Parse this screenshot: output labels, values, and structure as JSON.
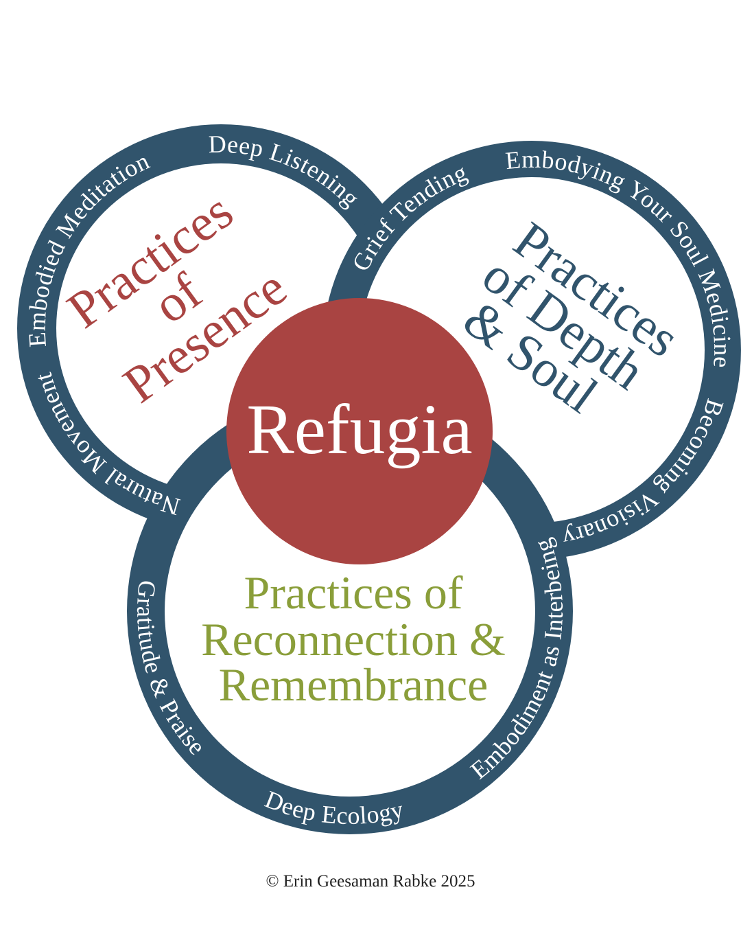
{
  "colors": {
    "ring": "#31546C",
    "presence": "#A94442",
    "depth": "#31546C",
    "reconnection": "#8A9E3A",
    "center": "#A94442",
    "center_text": "#FFFFFF"
  },
  "center": {
    "label": "Refugia"
  },
  "circles": {
    "presence": {
      "title_lines": [
        "Practices",
        "of",
        "Presence"
      ],
      "ring_labels": [
        "Embodied Meditation",
        "Deep Listening",
        "Natural Movement"
      ]
    },
    "depth": {
      "title_lines": [
        "Practices",
        "of Depth",
        "& Soul"
      ],
      "ring_labels": [
        "Grief Tending",
        "Embodying Your Soul Medicine",
        "Becoming Visionary"
      ]
    },
    "reconnection": {
      "title_lines": [
        "Practices of",
        "Reconnection &",
        "Remembrance"
      ],
      "ring_labels": [
        "Gratitude & Praise",
        "Deep Ecology",
        "Embodiment as Interbeing"
      ]
    }
  },
  "footer": {
    "copyright": "© Erin Geesaman Rabke 2025"
  }
}
